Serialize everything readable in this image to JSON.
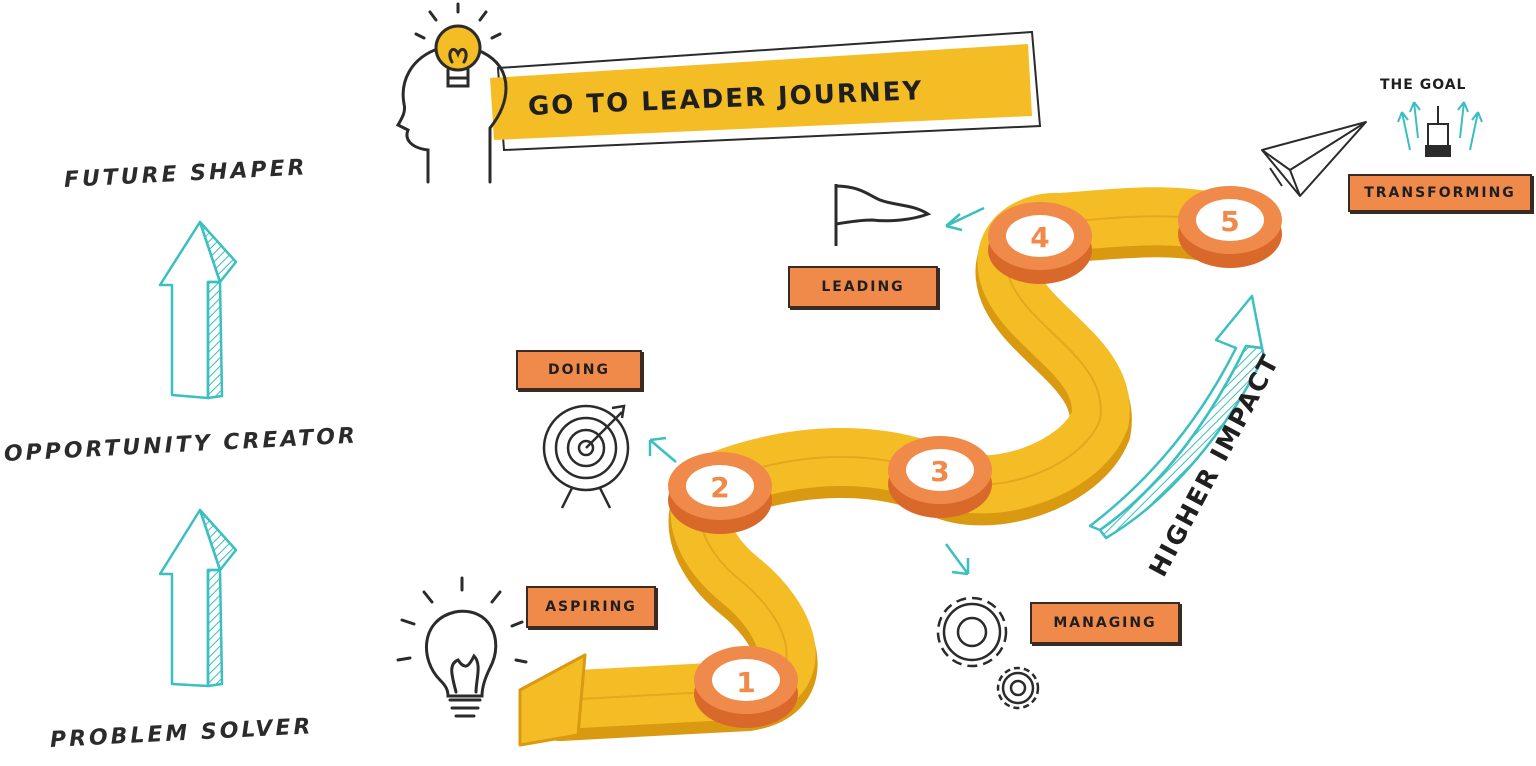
{
  "title": "GO TO LEADER JOURNEY",
  "levels": {
    "top": "FUTURE SHAPER",
    "middle": "OPPORTUNITY CREATOR",
    "bottom": "PROBLEM SOLVER"
  },
  "stages": [
    {
      "number": "1",
      "label": "ASPIRING"
    },
    {
      "number": "2",
      "label": "DOING"
    },
    {
      "number": "3",
      "label": "MANAGING"
    },
    {
      "number": "4",
      "label": "LEADING"
    },
    {
      "number": "5",
      "label": "TRANSFORMING"
    }
  ],
  "goal_label": "THE GOAL",
  "impact_label": "HIGHER IMPACT",
  "colors": {
    "road": "#f5bd25",
    "road_edge": "#d99a12",
    "node": "#f08a4b",
    "node_dark": "#d9692b",
    "accent": "#3bbfc0",
    "banner": "#f5bd25"
  },
  "icons": [
    "head-lightbulb-icon",
    "lightbulb-icon",
    "target-icon",
    "gears-icon",
    "flag-icon",
    "paper-plane-icon",
    "hand-pointing-up-icon",
    "up-arrow-icon"
  ]
}
